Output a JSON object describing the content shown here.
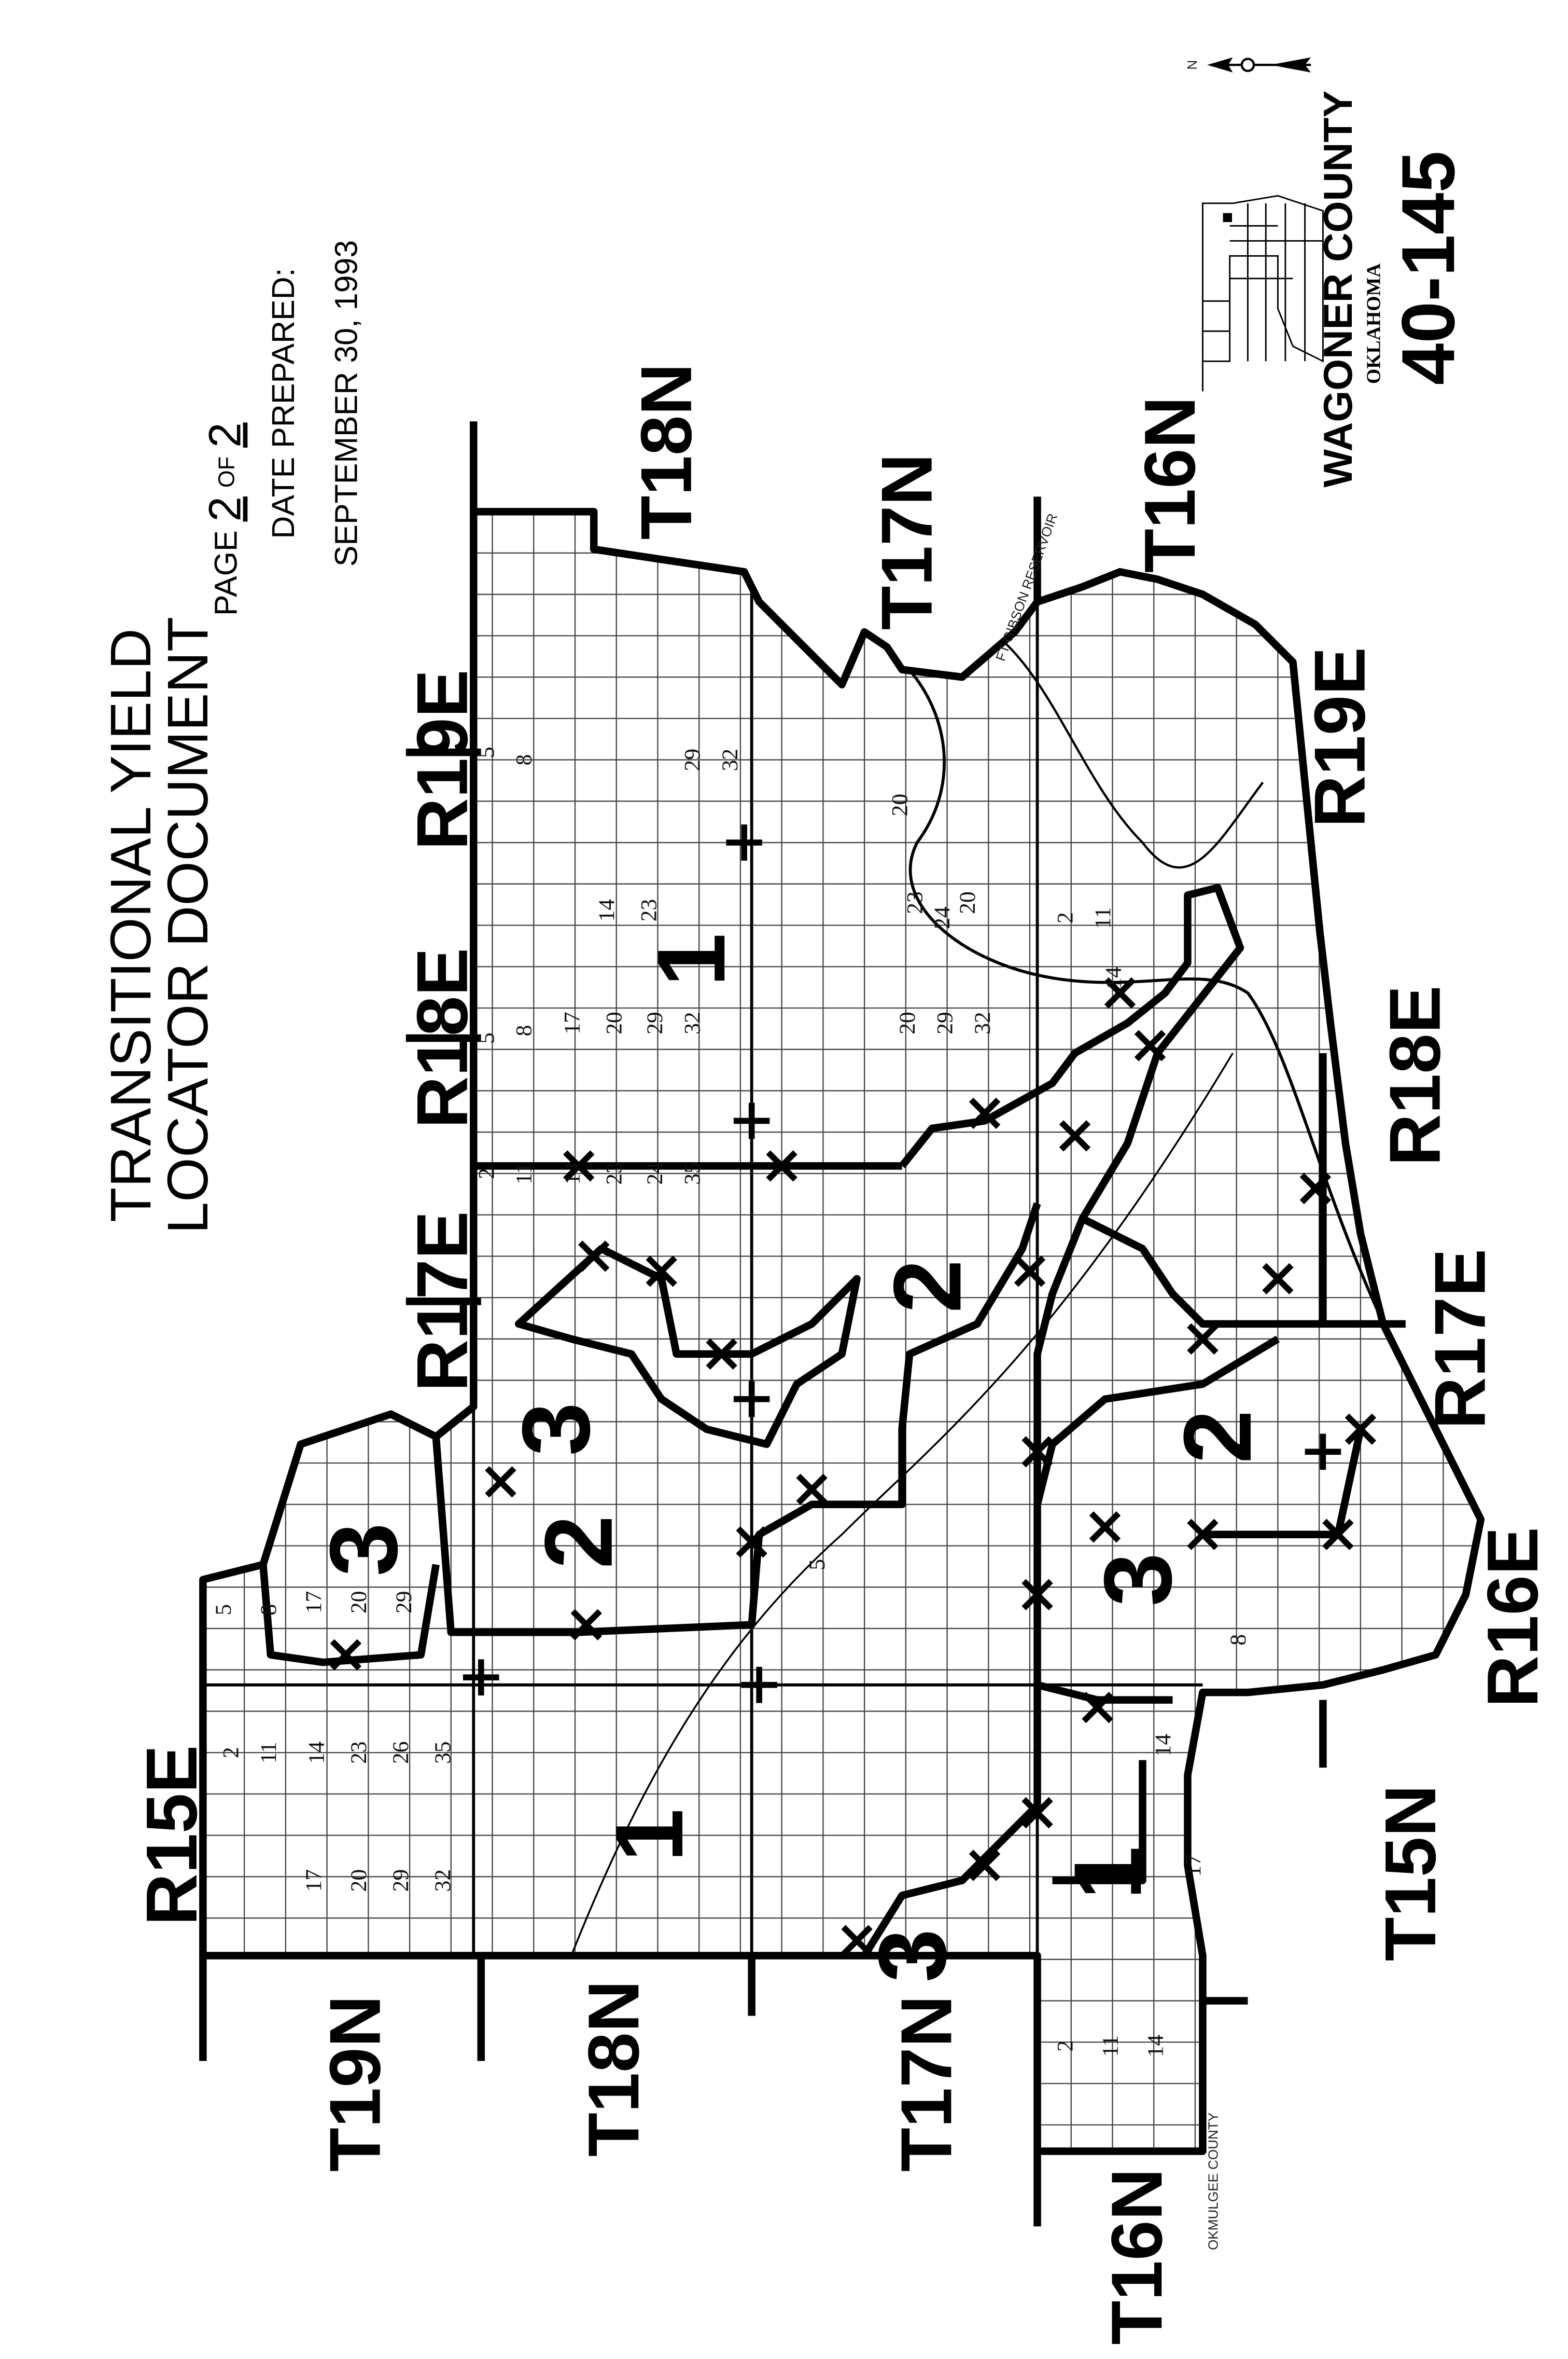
{
  "title": {
    "line1": "TRANSITIONAL YIELD",
    "line2": "LOCATOR DOCUMENT"
  },
  "page": {
    "prefix": "PAGE",
    "current": "2",
    "of": "OF",
    "total": "2"
  },
  "date": {
    "label": "DATE PREPARED:",
    "value": "SEPTEMBER 30, 1993"
  },
  "county": {
    "name": "WAGONER COUNTY",
    "state": "OKLAHOMA",
    "code": "40-145"
  },
  "compass": {
    "north_label": "N",
    "icon": "north-arrow-icon"
  },
  "ranges": {
    "top": [
      "R15E",
      "R17E",
      "R18E",
      "R19E"
    ],
    "bottom": [
      "R19E",
      "R18E",
      "R17E",
      "R16E"
    ]
  },
  "townships": {
    "left": [
      "T19N",
      "T18N",
      "T17N",
      "T16N"
    ],
    "right": [
      "T18N",
      "T17N",
      "T16N",
      "T15N"
    ]
  },
  "zones": [
    "1",
    "1",
    "1",
    "2",
    "2",
    "2",
    "3",
    "3",
    "3",
    "3"
  ],
  "place_labels": {
    "reservoir": "FT GIBSON RESERVOIR",
    "okmulgee": "OKMULGEE COUNTY"
  },
  "section_numbers": [
    "2",
    "11",
    "14",
    "23",
    "26",
    "35",
    "17",
    "20",
    "29",
    "32",
    "5",
    "8",
    "17",
    "20",
    "29",
    "5",
    "8",
    "14",
    "23",
    "29",
    "32",
    "5",
    "8",
    "17",
    "20",
    "29",
    "32",
    "2",
    "11",
    "14",
    "23",
    "24",
    "35",
    "20",
    "23",
    "24",
    "20",
    "2",
    "11",
    "14",
    "20",
    "29",
    "32",
    "5",
    "2",
    "11",
    "14",
    "17",
    "14",
    "8"
  ],
  "colors": {
    "ink": "#000000",
    "paper": "#ffffff"
  }
}
